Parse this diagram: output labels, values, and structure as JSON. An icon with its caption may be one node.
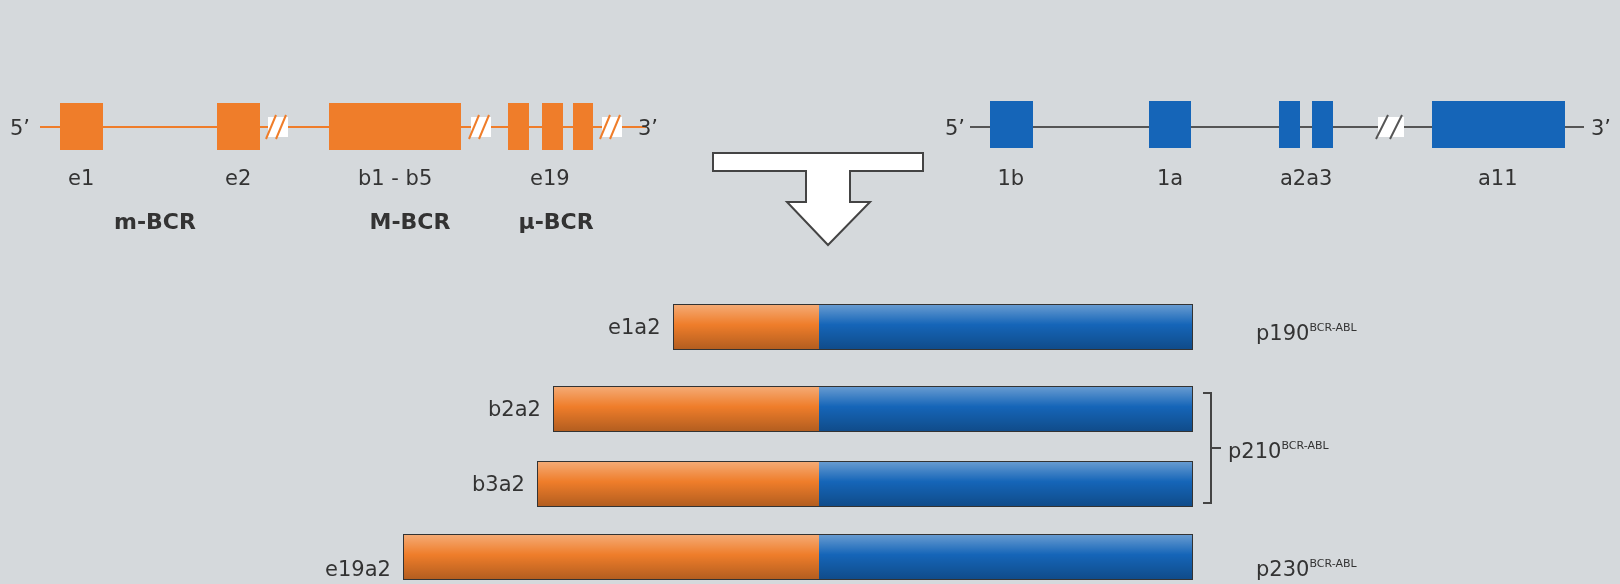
{
  "diagram": {
    "nodes": [
      {
        "text": [],
        "shape": "bar",
        "beside": [
          "e1a2"
        ]
      },
      {
        "text": [],
        "shape": "bar",
        "beside": [
          "b2a2"
        ]
      },
      {
        "text": [],
        "shape": "bar",
        "beside": [
          "b3a2"
        ]
      },
      {
        "text": [],
        "shape": "bar",
        "beside": [
          "e19a2"
        ]
      }
    ],
    "labels": [
      "5’",
      "3’",
      "5’",
      "3’",
      "e1",
      "e2",
      "b1 - b5",
      "e19",
      "1b",
      "1a",
      "a2a3",
      "a11",
      "m-BCR",
      "M-BCR",
      "µ-BCR",
      "p190$^{BCR-ABL}$",
      "p210$^{BCR-ABL}$",
      "p230$^{BCR-ABL}$"
    ]
  }
}
